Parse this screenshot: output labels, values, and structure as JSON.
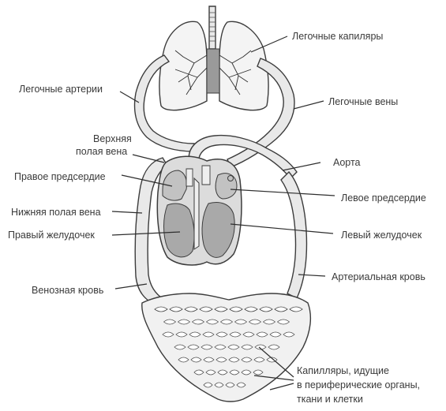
{
  "labels": {
    "pulmonary_capillaries": "Легочные капиляры",
    "pulmonary_arteries": "Легочные артерии",
    "pulmonary_veins": "Легочные вены",
    "superior_vena_cava_1": "Верхняя",
    "superior_vena_cava_2": "полая вена",
    "aorta": "Аорта",
    "right_atrium": "Правое предсердие",
    "left_atrium": "Левое предсердие",
    "inferior_vena_cava": "Нижняя полая вена",
    "right_ventricle": "Правый желудочек",
    "left_ventricle": "Левый желудочек",
    "venous_blood": "Венозная кровь",
    "arterial_blood": "Артериальная кровь",
    "capillaries_1": "Капилляры, идущие",
    "capillaries_2": "в периферические органы,",
    "capillaries_3": "ткани и клетки"
  },
  "colors": {
    "line": "#3c3c3c",
    "fill_light": "#ececec",
    "fill_heart": "#b9b9b9",
    "text": "#3a3a3a"
  }
}
